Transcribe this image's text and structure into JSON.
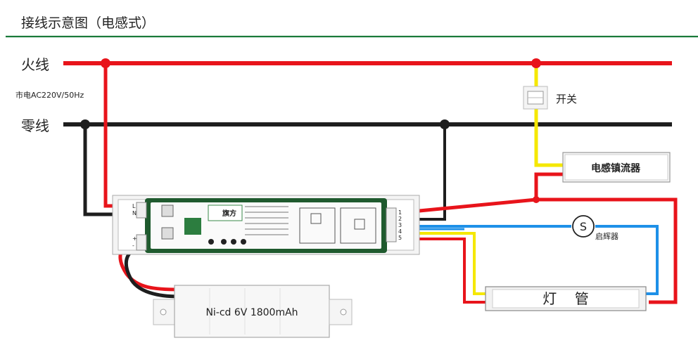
{
  "title": "接线示意图（电感式）",
  "labels": {
    "live": "火线",
    "neutral": "零线",
    "mains": "市电AC220V/50Hz",
    "switch": "开关",
    "ballast": "电感镇流器",
    "starter": "启辉器",
    "starter_symbol": "S",
    "tube": "灯    管",
    "battery": "Ni-cd 6V 1800mAh"
  },
  "module": {
    "brand": "旗方",
    "left_terminals": [
      "L",
      "N"
    ],
    "right_terminals": [
      "1",
      "2",
      "3",
      "4",
      "5"
    ],
    "left_lower_terminals": [
      "+",
      "-"
    ]
  },
  "colors": {
    "live_wire": "#e8141b",
    "neutral_wire": "#1e1e1e",
    "switch_wire": "#f5e800",
    "starter_wire": "#1e90e8",
    "title_line": "#1a7a3a",
    "module_board": "#1f5a2e"
  }
}
